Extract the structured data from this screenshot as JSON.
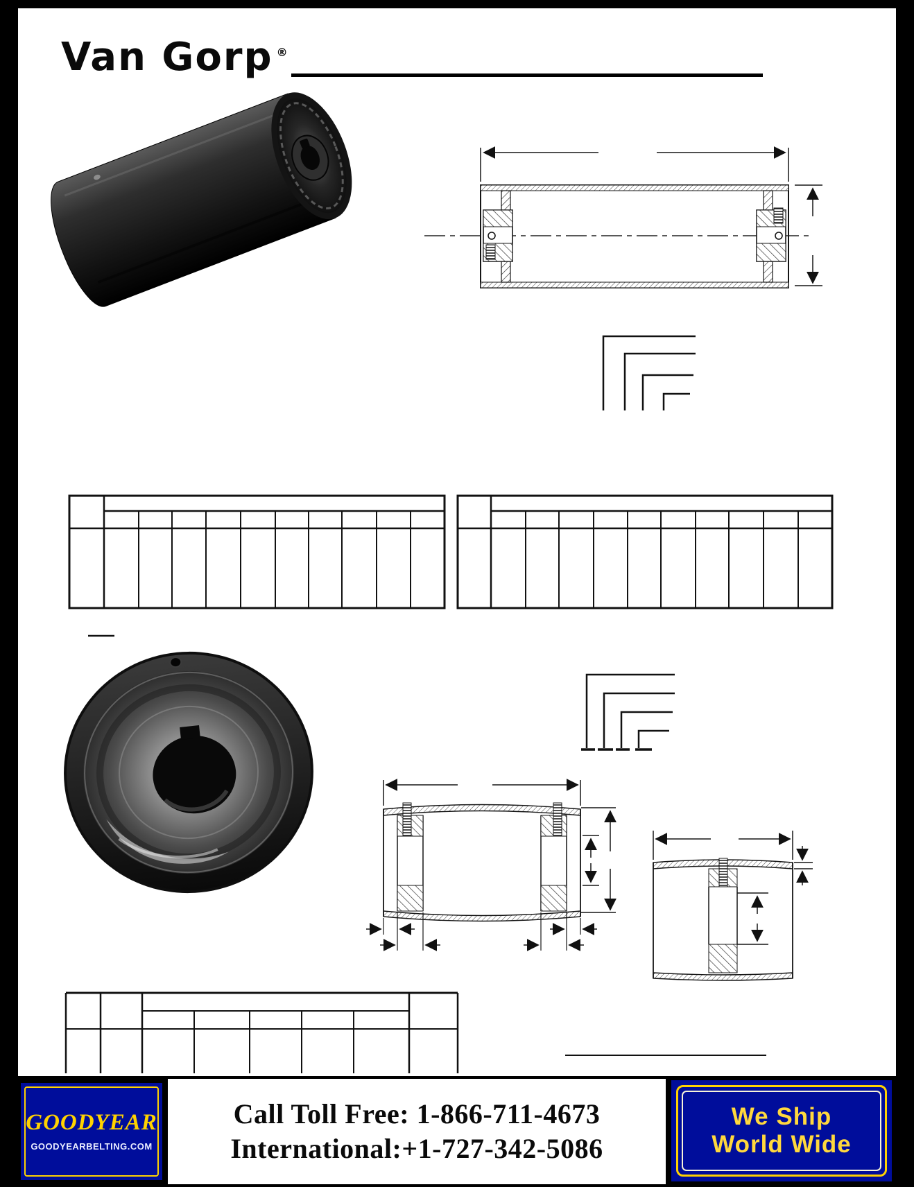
{
  "page": {
    "background": "#ffffff",
    "frame_color": "#000000"
  },
  "header": {
    "logo_text": "Van Gorp",
    "registered_mark": "®"
  },
  "figures": {
    "top_photo": "drum-pulley-photo",
    "top_drawing": "drum-pulley-section-drawing",
    "leader_top": "dimension-leader-lines",
    "leader_middle": "dimension-leader-lines",
    "table_left": "spec-table",
    "table_right": "spec-table",
    "bottom_photo": "hub-pulley-photo",
    "bottom_left_drawing": "hub-pulley-section-drawing",
    "bottom_right_drawing": "hub-pulley-end-section-drawing",
    "bottom_table": "spec-table-fragment"
  },
  "footer": {
    "goodyear_wordmark": "GOODYEAR",
    "goodyear_website": "GOODYEARBELTING.COM",
    "call_toll_free": "Call Toll Free: 1-866-711-4673",
    "international": "International:+1-727-342-5086",
    "we_ship_line1": "We Ship",
    "we_ship_line2": "World Wide",
    "panel_navy": "#000d9b",
    "accent_yellow": "#ffd200"
  }
}
